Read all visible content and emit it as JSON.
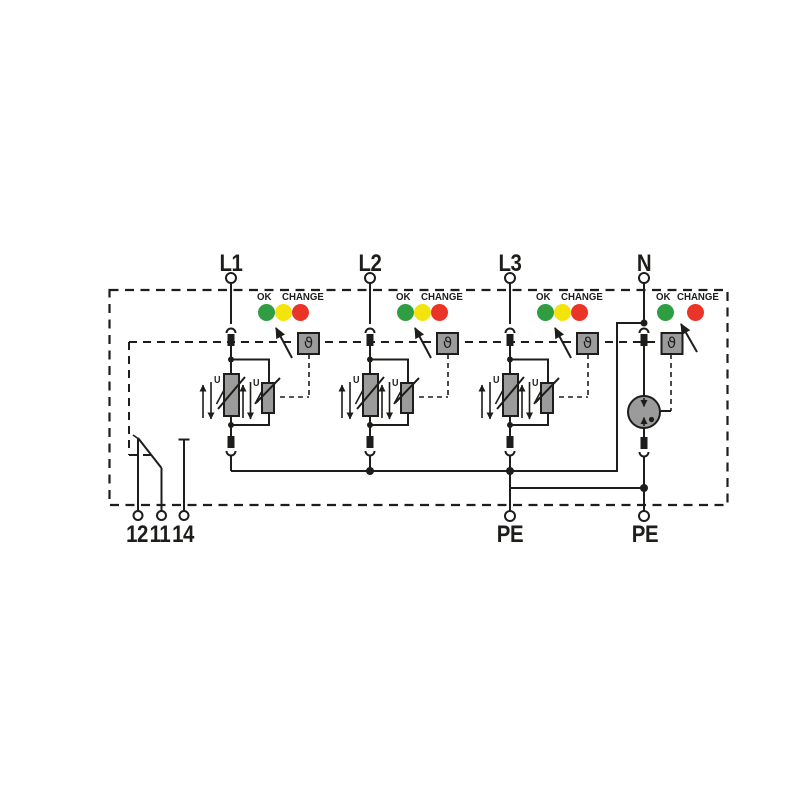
{
  "schematic": {
    "phases": [
      {
        "id": "L1",
        "label": "L1"
      },
      {
        "id": "L2",
        "label": "L2"
      },
      {
        "id": "L3",
        "label": "L3"
      }
    ],
    "neutral_label": "N",
    "pe_labels": [
      "PE",
      "PE"
    ],
    "remote_contact_labels": [
      "12",
      "11",
      "14"
    ],
    "indicator": {
      "ok": "OK",
      "change": "CHANGE"
    },
    "thermal_symbol": "ϑ",
    "voltage_label": "U",
    "led_colors": {
      "ok": "#2f9e43",
      "warning": "#f3e50c",
      "change": "#ea3428"
    },
    "component_fill": "#9b9b9b",
    "line_color": "#1d1d1b",
    "indicator_groups": [
      {
        "terminal": "L1",
        "leds": [
          "ok-green",
          "warning-yellow",
          "change-red"
        ]
      },
      {
        "terminal": "L2",
        "leds": [
          "ok-green",
          "warning-yellow",
          "change-red"
        ]
      },
      {
        "terminal": "L3",
        "leds": [
          "ok-green",
          "warning-yellow",
          "change-red"
        ]
      },
      {
        "terminal": "N",
        "leds": [
          "ok-green",
          "change-red"
        ]
      }
    ]
  }
}
